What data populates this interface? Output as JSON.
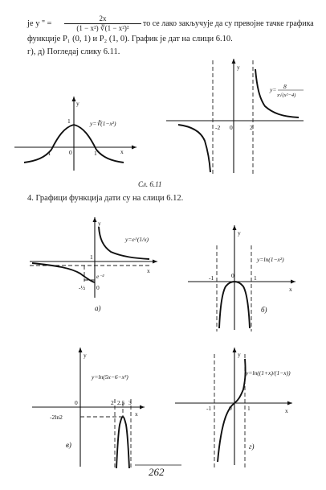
{
  "text": {
    "line1_prefix": "је y '' =",
    "frac_num": "2x",
    "frac_den": "(1 − x²) ∛(1 − x²)²",
    "line1_suffix": "то се лако закључује да су превојне тачке графика",
    "line2": "функције P₁ (0, 1) и P₂ (1, 0). График је дат на слици 6.10.",
    "line3": "г), д) Погледај слику 6.11.",
    "caption_611": "Сл. 6.11",
    "section4": "4. Графици функција дати су на слици 6.12.",
    "page_number": "262"
  },
  "fig611": {
    "left": {
      "formula": "y=∛(1−x²)",
      "y": "y",
      "x": "x",
      "one": "1",
      "minus_one": "-1",
      "zero": "0",
      "plus_one": "1"
    },
    "right": {
      "formula_y": "y=",
      "formula_num": "8",
      "formula_den": "x√(x²−4)",
      "y": "y",
      "minus_two": "-2",
      "zero": "0",
      "two": "2"
    }
  },
  "fig612": {
    "a": {
      "label": "а)",
      "formula": "y=e^(1/x)",
      "e_minus2": "e⁻²",
      "minus_half": "-½",
      "zero": "0",
      "y": "y",
      "x": "x",
      "one": "1"
    },
    "b": {
      "label": "б)",
      "formula": "y=ln(1−x²)",
      "y": "y",
      "x": "x",
      "m1": "-1",
      "zero": "0",
      "p1": "1"
    },
    "v": {
      "label": "в)",
      "formula": "y=ln(5x−6−x²)",
      "y": "y",
      "x": "x",
      "zero": "0",
      "t2": "2",
      "t25": "2.5",
      "t3": "3",
      "ylabel": "-2ln2"
    },
    "g": {
      "label": "г)",
      "formula": "y=ln((1+x)/(1−x))",
      "y": "y",
      "x": "x",
      "m1": "-1",
      "zero": "0",
      "p1": "1"
    }
  }
}
